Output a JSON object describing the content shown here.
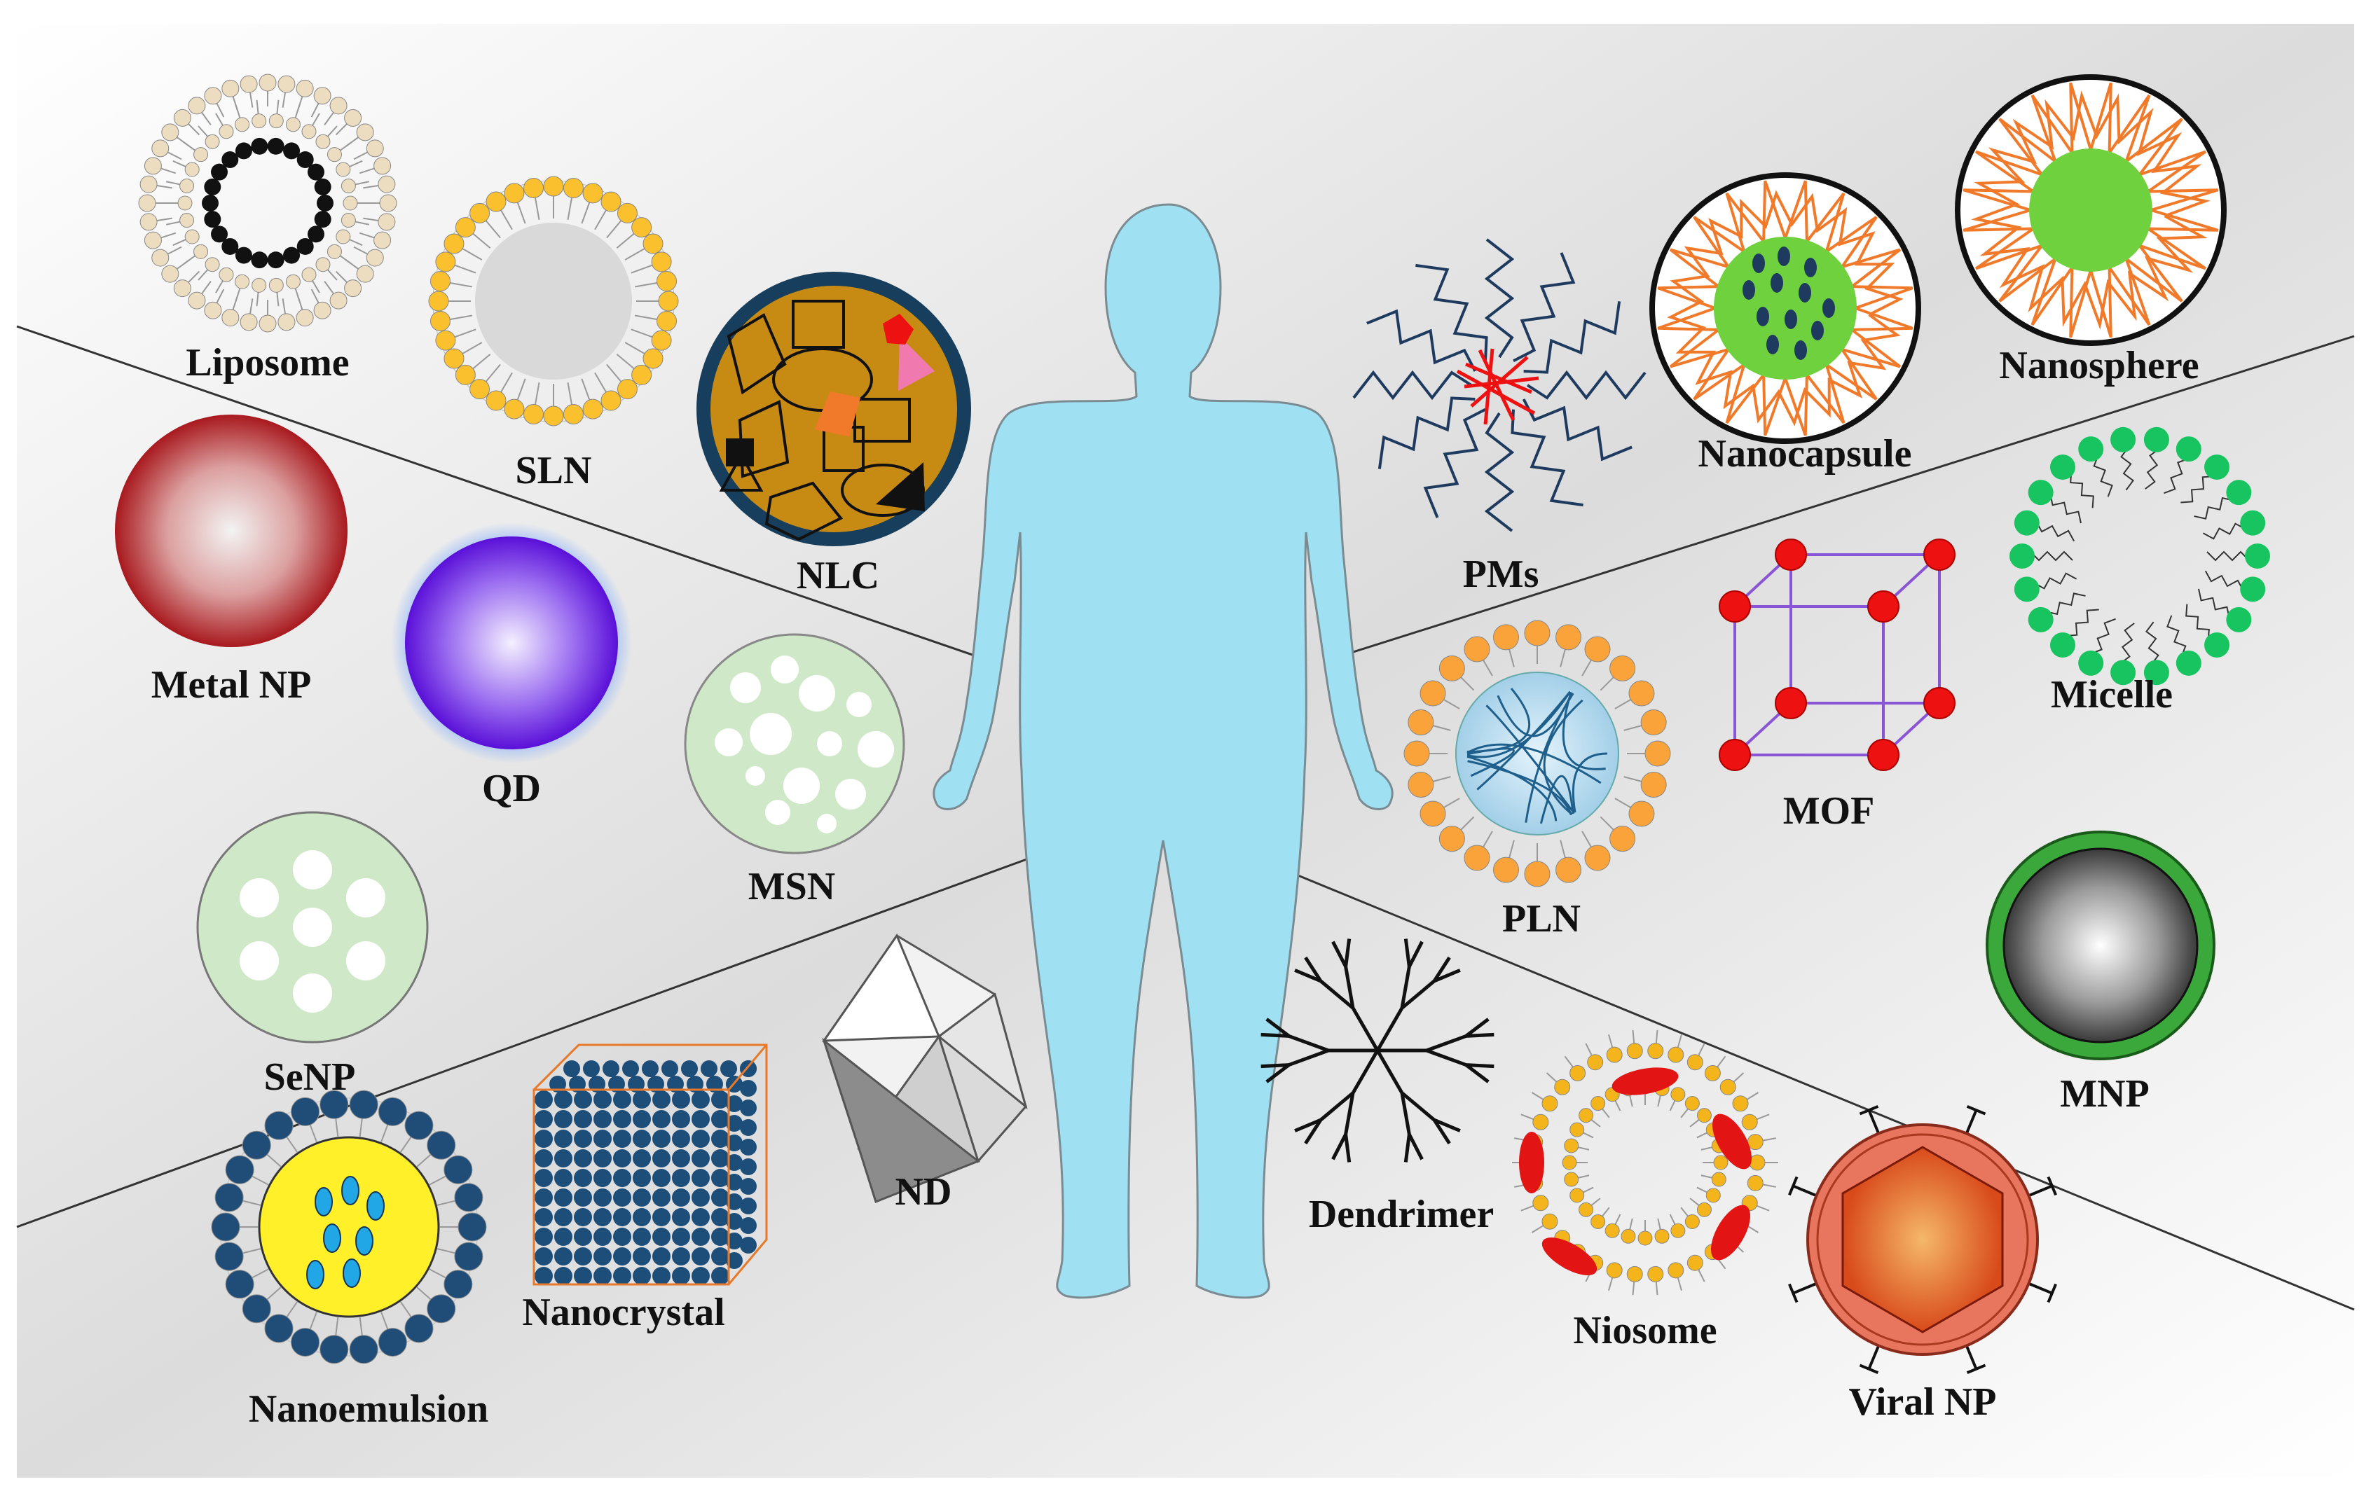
{
  "labels": {
    "liposome": "Liposome",
    "sln": "SLN",
    "nlc": "NLC",
    "metal_np": "Metal NP",
    "qd": "QD",
    "msn": "MSN",
    "senp": "SeNP",
    "nanoemulsion": "Nanoemulsion",
    "nanocrystal": "Nanocrystal",
    "nd": "ND",
    "pms": "PMs",
    "nanocapsule": "Nanocapsule",
    "nanosphere": "Nanosphere",
    "micelle": "Micelle",
    "mof": "MOF",
    "pln": "PLN",
    "mnp": "MNP",
    "dendrimer": "Dendrimer",
    "niosome": "Niosome",
    "viral_np": "Viral NP"
  },
  "colors": {
    "body": "#9fe0f2",
    "liposome_head": "#ecdcc0",
    "sln_head": "#fbc02d",
    "nlc_fill": "#c78b13",
    "nlc_ring": "#173e5c",
    "metal_np": "#a8191e",
    "qd": "#6a1fe0",
    "porous": "#cfe9c8",
    "micelle_head": "#18c45f",
    "mof_node": "#ee1111",
    "mof_edge": "#8a55d4",
    "pln_head": "#f9a33a",
    "pln_core": "#b4d9ee",
    "mnp_shell": "#3aa83a",
    "nanoemulsion_head": "#1f4d78",
    "nanoemulsion_core": "#fff02a",
    "nanocrystal": "#1d4e79",
    "nanocapsule_core": "#6fd13d",
    "nanocapsule_mesh": "#f07a2a",
    "viral_outer": "#e8765e",
    "niosome_head": "#f4b41c",
    "niosome_drug": "#e21414"
  },
  "icons": {
    "human": "human-silhouette-icon"
  }
}
